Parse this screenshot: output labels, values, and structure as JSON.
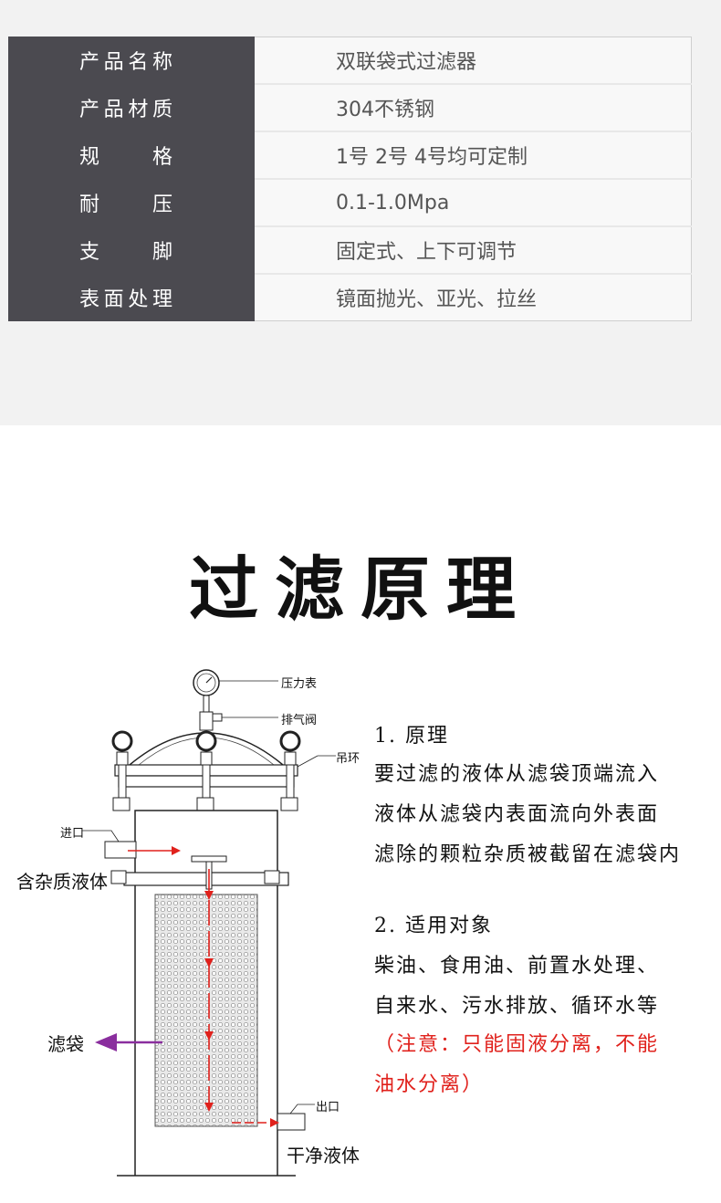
{
  "specs": [
    {
      "label": "产品名称",
      "value": "双联袋式过滤器"
    },
    {
      "label": "产品材质",
      "value": "304不锈钢"
    },
    {
      "label": "规　格",
      "value": "1号 2号 4号均可定制"
    },
    {
      "label": "耐　压",
      "value": "0.1-1.0Mpa"
    },
    {
      "label": "支　脚",
      "value": "固定式、上下可调节"
    },
    {
      "label": "表面处理",
      "value": "镜面抛光、亚光、拉丝"
    }
  ],
  "section_title": "过滤原理",
  "diagram_labels": {
    "gauge": "压力表",
    "vent": "排气阀",
    "lifting_ring": "吊环",
    "inlet": "进口",
    "dirty_liquid": "含杂质液体",
    "filter_bag": "滤袋",
    "outlet": "出口",
    "clean_liquid": "干净液体"
  },
  "principle": {
    "heading": "1. 原理",
    "lines": [
      "要过滤的液体从滤袋顶端流入",
      "液体从滤袋内表面流向外表面",
      "滤除的颗粒杂质被截留在滤袋内"
    ]
  },
  "application": {
    "heading": "2. 适用对象",
    "lines": [
      "柴油、食用油、前置水处理、",
      "自来水、污水排放、循环水等"
    ],
    "note_lines": [
      "（注意：只能固液分离，不能",
      "油水分离）"
    ]
  },
  "colors": {
    "key_cell": "#4b4a50",
    "note": "#e0211c",
    "flow_arrow": "#e0211c",
    "bag_arrow": "#8a2e9e"
  }
}
